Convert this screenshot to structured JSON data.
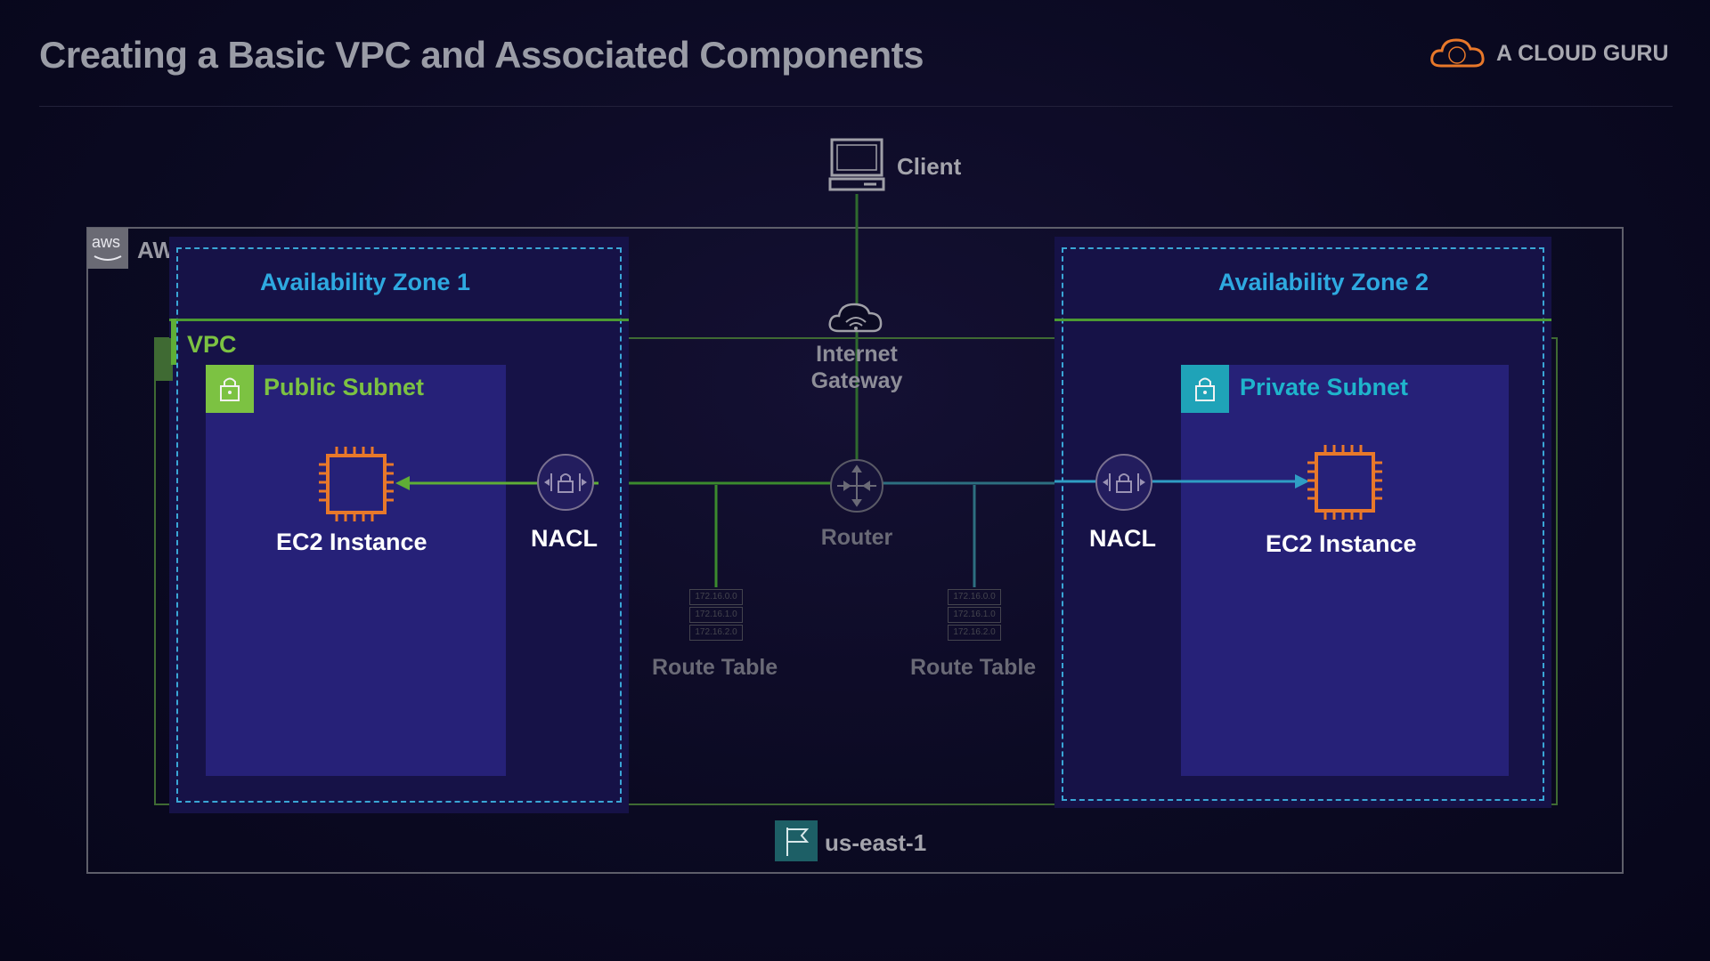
{
  "header": {
    "title": "Creating a Basic VPC and Associated Components",
    "brand_name": "A CLOUD GURU"
  },
  "diagram": {
    "aws_badge": "aws",
    "aws_cloud_label": "AWS",
    "client_label": "Client",
    "internet_gateway_line1": "Internet",
    "internet_gateway_line2": "Gateway",
    "router_label": "Router",
    "vpc_label": "VPC",
    "region_label": "us-east-1",
    "zones": [
      {
        "label": "Availability Zone 1",
        "subnet": "Public Subnet",
        "instance": "EC2 Instance",
        "nacl": "NACL"
      },
      {
        "label": "Availability Zone 2",
        "subnet": "Private Subnet",
        "instance": "EC2 Instance",
        "nacl": "NACL"
      }
    ],
    "route_tables": [
      {
        "label": "Route Table",
        "rows": [
          "172.16.0.0",
          "172.16.1.0",
          "172.16.2.0"
        ]
      },
      {
        "label": "Route Table",
        "rows": [
          "172.16.0.0",
          "172.16.1.0",
          "172.16.2.0"
        ]
      }
    ]
  },
  "colors": {
    "public_accent": "#7cc242",
    "private_accent": "#1fa3b8",
    "az_label": "#2ea9e0",
    "ec2_orange": "#e8782a",
    "subnet_fill": "#262178"
  }
}
